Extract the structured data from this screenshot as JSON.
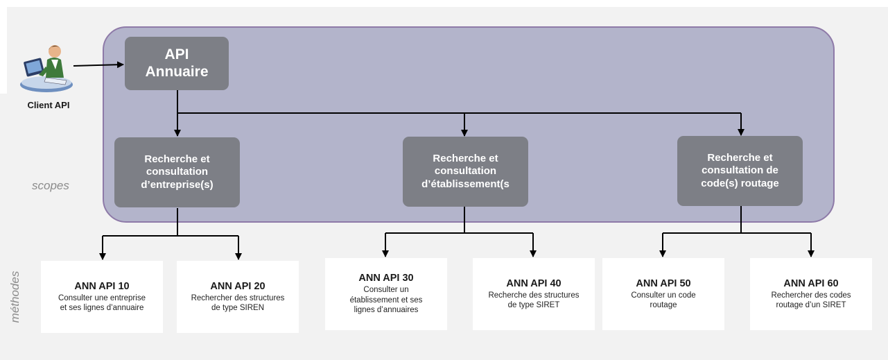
{
  "client": {
    "label": "Client API",
    "icon": "user-at-computer-icon"
  },
  "api": {
    "title": "API\nAnnuaire"
  },
  "side_labels": {
    "scopes": "scopes",
    "methodes": "méthodes"
  },
  "scopes": [
    {
      "label": "Recherche et\nconsultation\nd’entreprise(s)"
    },
    {
      "label": "Recherche et\nconsultation\nd’établissement(s"
    },
    {
      "label": "Recherche et\nconsultation de\ncode(s) routage"
    }
  ],
  "methods": [
    {
      "title": "ANN API 10",
      "desc": "Consulter une entreprise\net ses lignes d’annuaire"
    },
    {
      "title": "ANN API 20",
      "desc": "Rechercher des structures\nde type SIREN"
    },
    {
      "title": "ANN API 30",
      "desc": "Consulter un\nétablissement et ses\nlignes d’annuaires"
    },
    {
      "title": "ANN API 40",
      "desc": "Recherche des structures\nde type SIRET"
    },
    {
      "title": "ANN API 50",
      "desc": "Consulter un code\nroutage"
    },
    {
      "title": "ANN API 60",
      "desc": "Rechercher des codes\nroutage d’un SIRET"
    }
  ],
  "colors": {
    "scope_panel": "#b3b4cb",
    "scope_border": "#8e7aa8",
    "grey_box": "#7d7f86",
    "background": "#f2f2f2",
    "connector": "#000000"
  }
}
